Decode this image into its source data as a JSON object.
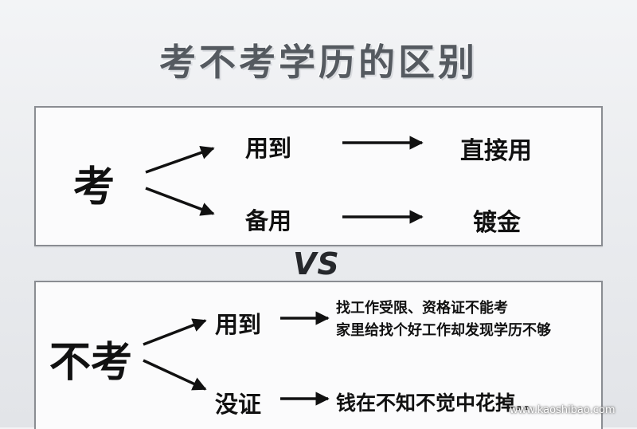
{
  "title": "考不考学历的区别",
  "vs": "VS",
  "exam": {
    "label": "考",
    "branch_use": "用到",
    "branch_use_result": "直接用",
    "branch_spare": "备用",
    "branch_spare_result": "镀金"
  },
  "no_exam": {
    "label": "不考",
    "branch_use": "用到",
    "branch_use_result_line1": "找工作受限、资格证不能考",
    "branch_use_result_line2": "家里给找个好工作却发现学历不够",
    "branch_no_cert": "没证",
    "branch_no_cert_result": "钱在不知不觉中花掉.."
  },
  "watermark": "www.kaoshibao.com"
}
